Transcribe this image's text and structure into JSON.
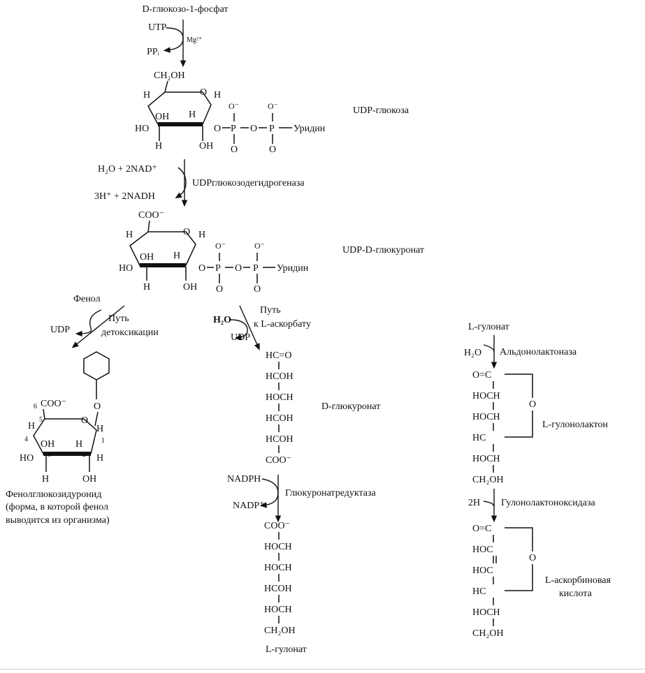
{
  "top": {
    "start": "D-глюкозо-1-фосфат",
    "utp": "UTP",
    "mg": "Mg²⁺",
    "ppi": "PPᵢ"
  },
  "udpglc": {
    "name": "UDP-глюкоза",
    "ch2oh": "CH₂OH",
    "uridine": "Уридин"
  },
  "step2": {
    "h2o_nad": "H₂O + 2NAD⁺",
    "h_nadh": "3H⁺ + 2NADH",
    "enzyme": "UDPглюкозодегидрогеназа"
  },
  "udpglcA": {
    "name": "UDP-D-глюкуронат",
    "coo": "COO⁻",
    "uridine": "Уридин"
  },
  "detox": {
    "phenol": "Фенол",
    "udp": "UDP",
    "path1": "Путь",
    "path2": "детоксикации"
  },
  "ascpath": {
    "h2o": "H₂O",
    "udp": "UDP",
    "path1": "Путь",
    "path2": "к L-аскорбату"
  },
  "phenolglc": {
    "coo": "COO⁻",
    "name1": "Фенолглюкозидуронид",
    "name2": "(форма, в которой фенол",
    "name3": "выводится из организма)"
  },
  "glucuronate": {
    "name": "D-глюкуронат",
    "chain": [
      "HC=O",
      "HCOH",
      "HOCH",
      "HCOH",
      "HCOH",
      "COO⁻"
    ]
  },
  "reduct": {
    "nadph": "NADPH",
    "nadp": "NADP⁺",
    "enzyme": "Глюкуронатредуктаза"
  },
  "gulonate": {
    "name": "L-гулонат",
    "chain": [
      "COO⁻",
      "HOCH",
      "HOCH",
      "HCOH",
      "HOCH",
      "CH₂OH"
    ]
  },
  "right": {
    "start": "L-гулонат",
    "h2o": "H₂O",
    "enzyme1": "Альдонолактоназа",
    "lactone": "L-гулонолактон",
    "lactone_chain": [
      "O=C",
      "HOCH",
      "HOCH",
      "HC",
      "HOCH",
      "CH₂OH"
    ],
    "h2": "2H",
    "enzyme2": "Гулонолактоноксидаза",
    "acid1": "L-аскорбиновая",
    "acid2": "кислота",
    "acid_chain": [
      "O=C",
      "HOC",
      "HOC",
      "HC",
      "HOCH",
      "CH₂OH"
    ],
    "ring_o": "O"
  },
  "atoms": {
    "O": "O",
    "Om": "O⁻",
    "P": "P",
    "H": "H",
    "OH": "OH",
    "HO": "HO"
  }
}
